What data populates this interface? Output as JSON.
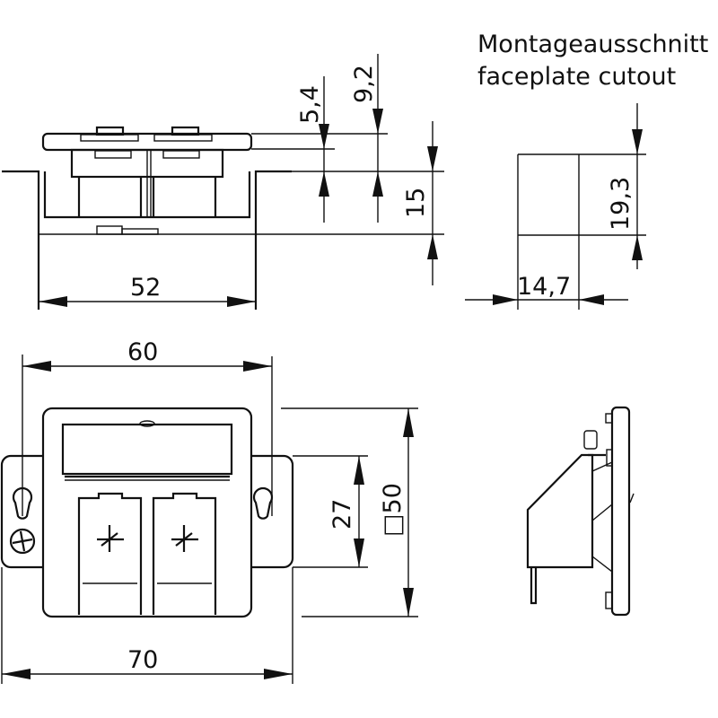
{
  "title": {
    "line1": "Montageausschnitt",
    "line2": "faceplate cutout"
  },
  "top_view": {
    "dim_depth_1": "5,4",
    "dim_depth_2": "9,2",
    "dim_depth_3": "15",
    "dim_width": "52"
  },
  "cutout": {
    "height": "19,3",
    "width": "14,7"
  },
  "front_view": {
    "dim_hole_spacing": "60",
    "dim_total_width": "70",
    "dim_ear_height": "27",
    "dim_frame": "□50"
  }
}
